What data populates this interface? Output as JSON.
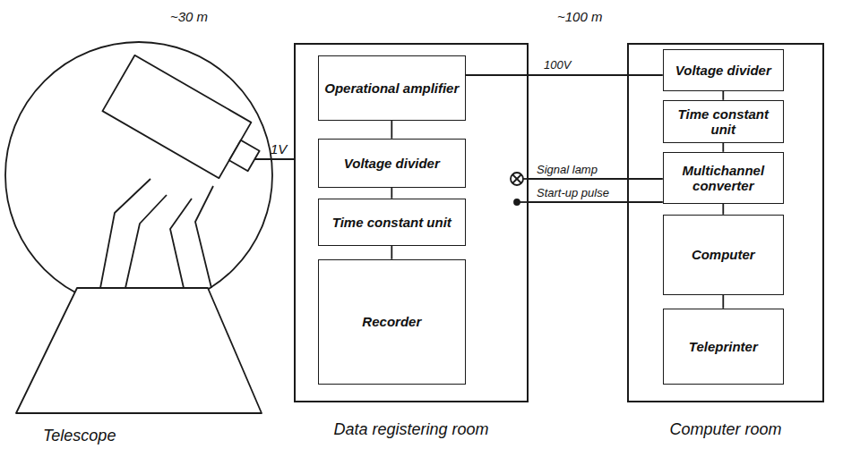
{
  "diagram": {
    "nodes": [
      {
        "text": [
          "Data registering room"
        ]
      },
      {
        "text": [
          "Operational amplifier"
        ],
        "in": 0
      },
      {
        "text": [
          "Voltage divider"
        ],
        "in": 0
      },
      {
        "text": [
          "Time constant unit"
        ],
        "in": 0
      },
      {
        "text": [
          "Recorder"
        ],
        "in": 0
      },
      {
        "text": [
          "Computer room"
        ]
      },
      {
        "text": [
          "Voltage divider"
        ],
        "in": 5
      },
      {
        "text": [
          "Time constant unit"
        ],
        "in": 5
      },
      {
        "text": [
          "Multichannel converter"
        ],
        "in": 5
      },
      {
        "text": [
          "Computer"
        ],
        "in": 5
      },
      {
        "text": [
          "Teleprinter"
        ],
        "in": 5
      }
    ],
    "edges": [
      {
        "from": 1,
        "to": 2,
        "arrow": "none"
      },
      {
        "from": 2,
        "to": 3,
        "arrow": "none"
      },
      {
        "from": 3,
        "to": 4,
        "arrow": "none"
      },
      {
        "from": 1,
        "to": 6,
        "label": "100V",
        "arrow": "none"
      },
      {
        "from": 6,
        "to": 7,
        "arrow": "none"
      },
      {
        "from": 7,
        "to": 8,
        "arrow": "none"
      },
      {
        "from": 8,
        "to": 9,
        "arrow": "none"
      },
      {
        "from": 9,
        "to": 10,
        "arrow": "none"
      },
      {
        "from": 0,
        "to": 8,
        "label": "Signal lamp",
        "arrow": "none"
      },
      {
        "from": 0,
        "to": 8,
        "label": "Start-up pulse",
        "arrow": "none"
      }
    ],
    "labels": [
      "~30 m",
      "~100 m",
      "1V",
      "Telescope"
    ]
  }
}
